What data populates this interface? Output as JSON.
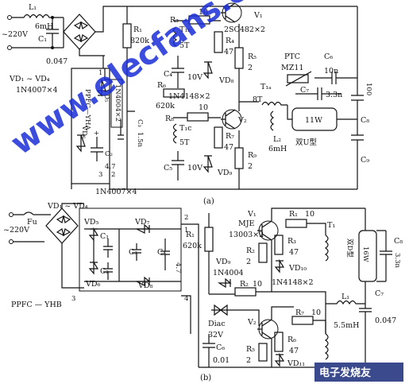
{
  "diagram_a": {
    "caption": "(a)",
    "labels": {
      "L1": "L₁",
      "L1_val": "6mH",
      "mains": "~220V",
      "C1": "C₁",
      "C1_val": "0.047",
      "rect_diodes": "VD₁ ~ VD₄",
      "rect_type": "1N4007×4",
      "ic": "PPFC—YHA",
      "pin1": "1",
      "pin2": "2",
      "pin3": "3",
      "VD5": "VD₅",
      "VD5_type": "1N4004×2",
      "VD6": "VD₆",
      "C2": "C₂",
      "C2_val": "4.7",
      "R1": "R₁",
      "R1_val": "820k",
      "C3": "C₃",
      "C3_val": "1.5n",
      "R3": "R₃",
      "R3_val": "10",
      "T1b": "T₁ₕ",
      "T1b_turns": "5T",
      "R4": "R₄",
      "R4_val": "47",
      "C4": "C₄",
      "C4_val": "10V",
      "VD8": "VD₈",
      "V1": "V₁",
      "V1_type": "2SC482×2",
      "R5": "R₅",
      "R5_val": "2",
      "R6": "R₆",
      "R6_val": "620k",
      "diode_pair": "1N4148×2",
      "R8": "R₈",
      "R8_val": "10",
      "T1c": "T₁c",
      "T1c_turns": "5T",
      "R7": "R₇",
      "R7_val": "47",
      "C5": "C₅",
      "C5_val": "10V",
      "VD9": "VD₉",
      "V2": "V₂",
      "R9": "R₉",
      "R9_val": "2",
      "T1a": "T₁ₐ",
      "T1a_turns": "8T",
      "L2": "L₂",
      "L2_val": "6mH",
      "PTC": "PTC",
      "PTC_model": "MZ11",
      "C6": "C₆",
      "C6_val": "10n",
      "C7": "C₇",
      "C7_val": "3.3n",
      "C8": "C₈",
      "C8_val": "100",
      "C9": "C₉",
      "lamp": "11W",
      "lamp_type": "双U型"
    }
  },
  "diagram_b": {
    "caption": "(b)",
    "labels": {
      "rect_diodes": "VD₁ ~ VD₄",
      "rect_type": "1N4007×4",
      "Fu": "Fu",
      "mains": "~220V",
      "VD5": "VD₅",
      "VD7": "VD₇",
      "VD6": "VD₆",
      "VD8": "VD₈",
      "C1": "C₁",
      "C2": "C₂",
      "C3": "C₃",
      "C4": "C₄",
      "C4_val": "4.7",
      "ic": "PPFC — YHB",
      "pin1": "1",
      "pin2": "2",
      "pin3": "3",
      "pin4": "4",
      "R1": "R₁",
      "R1_val": "620k",
      "V1": "V₁",
      "transistor_type": "MJE",
      "transistor_type2": "13003×2",
      "R1b": "R₁",
      "R1b_val": "10",
      "T1": "T₁",
      "R3": "R₃",
      "R3_val": "47",
      "R2": "R₂",
      "R2_val": "2",
      "VD10": "VD₁₀",
      "VD9": "VD₉",
      "VD9_type": "1N4004",
      "R2b": "R₂",
      "R2b_val": "10",
      "diode_pair": "1N4148×2",
      "diac": "Diac",
      "diac_val": "32V",
      "V2": "V₂",
      "R7": "R₇",
      "R7_val": "10",
      "L1": "L₁",
      "L1_val": "5.5mH",
      "R6": "R₆",
      "R6_val": "47",
      "R5": "R₅",
      "R5_val": "2",
      "VD11": "VD₁₁",
      "C6": "C₆",
      "C6_val": "0.01",
      "C7": "C₇",
      "C7_val": "0.047",
      "C8": "C₈",
      "C8_val": "3.3n",
      "lamp": "16W",
      "lamp_type": "双D型"
    }
  },
  "watermark": "www.elecfans.com",
  "corner_logo": "电子发烧友"
}
